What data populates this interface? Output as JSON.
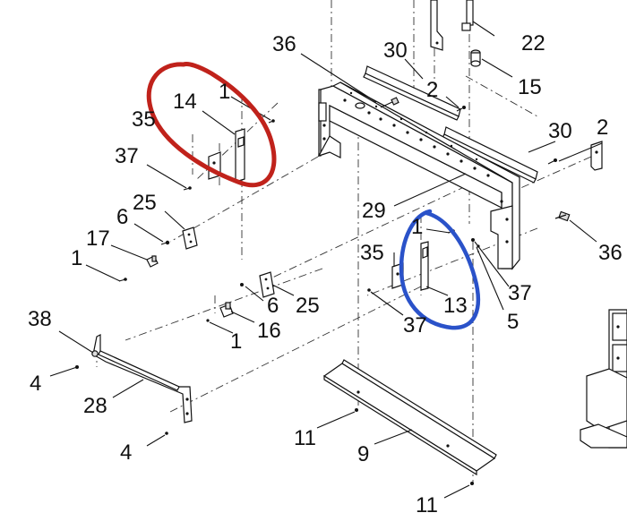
{
  "diagram": {
    "labels": {
      "l36a": "36",
      "l30a": "30",
      "l22": "22",
      "l2a": "2",
      "l15": "15",
      "l14": "14",
      "l1a": "1",
      "l35a": "35",
      "l37a": "37",
      "l30b": "30",
      "l2b": "2",
      "l25a": "25",
      "l6a": "6",
      "l17": "17",
      "l1b": "1",
      "l29": "29",
      "l1c": "1",
      "l35b": "35",
      "l36b": "36",
      "l37b": "37",
      "l5": "5",
      "l13": "13",
      "l37c": "37",
      "l6b": "6",
      "l25b": "25",
      "l16": "16",
      "l1d": "1",
      "l38": "38",
      "l4a": "4",
      "l28": "28",
      "l4b": "4",
      "l11a": "11",
      "l9": "9",
      "l11b": "11"
    },
    "annotation_colors": {
      "red_circle": "#c0221b",
      "blue_circle": "#2a52c9"
    }
  }
}
